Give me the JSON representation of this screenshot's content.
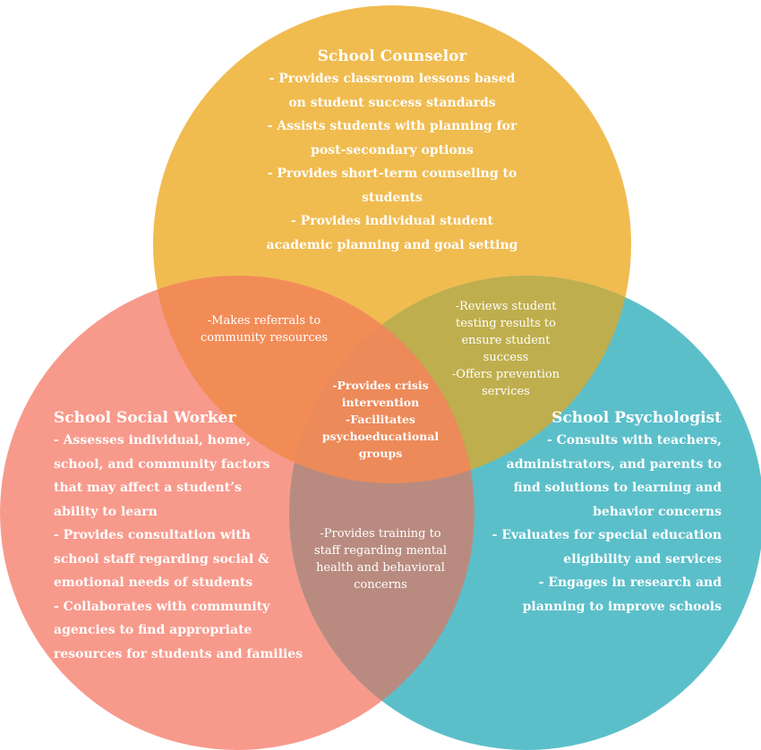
{
  "colors": {
    "counselor": "#f0bc50",
    "social_worker": "#f79a8c",
    "psychologist": "#5bbfca",
    "counselor_worker_overlap": "#f28c57",
    "counselor_psych_overlap": "#bfae4d",
    "worker_psych_overlap": "#b98b80",
    "center_overlap": "#ec8a5a",
    "text": "#ffffff"
  },
  "counselor": {
    "title": "School Counselor",
    "lines": [
      "- Provides classroom lessons based",
      "on student success standards",
      "- Assists students with planning for",
      "post-secondary options",
      "- Provides short-term counseling to",
      "students",
      "- Provides individual student",
      "academic planning and goal setting"
    ]
  },
  "social_worker": {
    "title": "School Social Worker",
    "lines": [
      "- Assesses individual, home,",
      "school, and community factors",
      "that may affect a student’s",
      "ability to learn",
      "- Provides consultation with",
      "school staff regarding social &",
      "emotional needs of students",
      "- Collaborates with community",
      "agencies to find appropriate",
      "resources for students and families"
    ]
  },
  "psychologist": {
    "title": "School Psychologist",
    "lines": [
      "- Consults with teachers,",
      "administrators, and parents to",
      "find solutions to learning and",
      "behavior concerns",
      "- Evaluates for special education",
      "eligibility and services",
      "- Engages in research and",
      "planning to improve schools"
    ]
  },
  "overlap_counselor_worker": {
    "lines": [
      "-Makes referrals to",
      "community resources"
    ]
  },
  "overlap_counselor_psych": {
    "lines": [
      "-Reviews student",
      "testing results to",
      "ensure student",
      "success",
      "-Offers prevention",
      "services"
    ]
  },
  "overlap_worker_psych": {
    "lines": [
      "-Provides training to",
      "staff regarding mental",
      "health and behavioral",
      "concerns"
    ]
  },
  "overlap_all": {
    "lines": [
      "-Provides crisis",
      "intervention",
      "-Facilitates",
      "psychoeducational",
      "groups"
    ]
  }
}
